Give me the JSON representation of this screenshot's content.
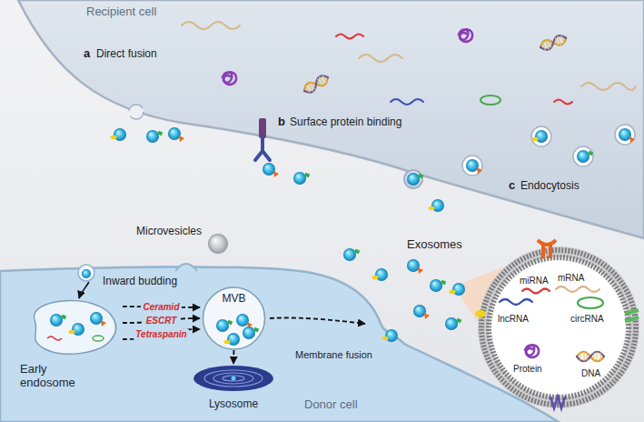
{
  "diagram": {
    "nodes": [
      {
        "text": [
          "Recipient cell"
        ]
      },
      {
        "text": [
          "Donor cell"
        ]
      },
      {
        "text": [
          "Early endosome"
        ],
        "in": 1
      },
      {
        "text": [
          "MVB"
        ],
        "in": 1
      },
      {
        "text": [
          "Lysosome"
        ],
        "in": 1
      },
      {
        "text": [
          "miRNA",
          "mRNA",
          "lncRNA",
          "circRNA",
          "Protein",
          "DNA"
        ]
      }
    ],
    "edges": [
      {
        "from": 2,
        "to": 3,
        "arrow": "to",
        "label": "Ceramid"
      },
      {
        "from": 2,
        "to": 3,
        "arrow": "to",
        "label": "ESCRT"
      },
      {
        "from": 2,
        "to": 3,
        "arrow": "to",
        "label": "Tetraspanin"
      },
      {
        "from": 3,
        "to": 4,
        "arrow": "to"
      }
    ],
    "labels": [
      "a",
      "Direct fusion",
      "b",
      "Surface protein binding",
      "c",
      "Endocytosis",
      "Microvesicles",
      "Inward budding",
      "Exosomes",
      "Membrane fusion"
    ]
  }
}
